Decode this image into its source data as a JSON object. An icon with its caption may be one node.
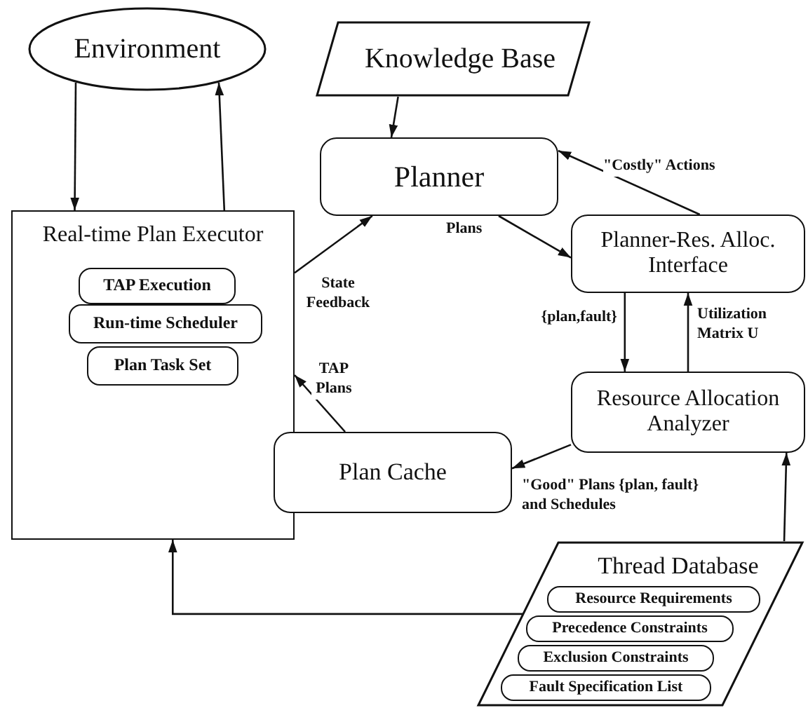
{
  "diagram": {
    "nodes": [
      {
        "text": [
          "Environment"
        ]
      },
      {
        "text": [
          "Knowledge Base"
        ]
      },
      {
        "text": [
          "Planner"
        ]
      },
      {
        "text": [
          "Real-time Plan Executor"
        ]
      },
      {
        "text": [
          "TAP Execution"
        ],
        "in": 3
      },
      {
        "text": [
          "Run-time Scheduler"
        ],
        "in": 3
      },
      {
        "text": [
          "Plan Task Set"
        ],
        "in": 3
      },
      {
        "text": [
          "Planner-Res. Alloc. Interface"
        ]
      },
      {
        "text": [
          "Resource Allocation Analyzer"
        ]
      },
      {
        "text": [
          "Plan Cache"
        ]
      },
      {
        "text": [
          "Thread Database"
        ]
      },
      {
        "text": [
          "Resource Requirements"
        ],
        "in": 10
      },
      {
        "text": [
          "Precedence Constraints"
        ],
        "in": 10
      },
      {
        "text": [
          "Exclusion Constraints"
        ],
        "in": 10
      },
      {
        "text": [
          "Fault Specification List"
        ],
        "in": 10
      }
    ],
    "edges": [
      {
        "from": 0,
        "to": 3,
        "arrow": "to"
      },
      {
        "from": 3,
        "to": 0,
        "arrow": "to"
      },
      {
        "from": 1,
        "to": 2,
        "arrow": "to"
      },
      {
        "from": 3,
        "to": 2,
        "arrow": "to",
        "label": "State Feedback"
      },
      {
        "from": 2,
        "to": 7,
        "arrow": "to",
        "label": "Plans"
      },
      {
        "from": 7,
        "to": 2,
        "arrow": "to",
        "label": "\"Costly\" Actions"
      },
      {
        "from": 7,
        "to": 8,
        "arrow": "to",
        "label": "{plan,fault}"
      },
      {
        "from": 8,
        "to": 7,
        "arrow": "to",
        "label": "Utilization Matrix U"
      },
      {
        "from": 9,
        "to": 3,
        "arrow": "to",
        "label": "TAP Plans"
      },
      {
        "from": 8,
        "to": 9,
        "arrow": "to",
        "label": "\"Good\" Plans {plan, fault} and Schedules"
      },
      {
        "from": 10,
        "to": 8,
        "arrow": "to"
      },
      {
        "from": 10,
        "to": 3,
        "arrow": "to"
      }
    ]
  }
}
